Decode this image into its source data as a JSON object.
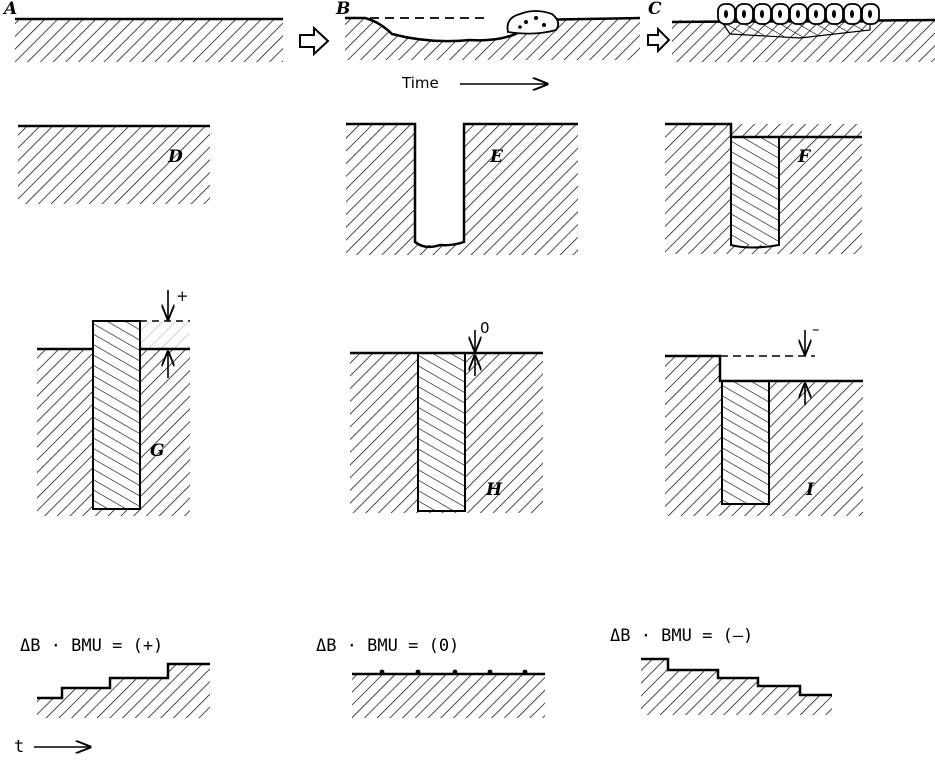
{
  "labels": {
    "a": "A",
    "b": "B",
    "c": "C",
    "d": "D",
    "e": "E",
    "f": "F",
    "g": "G",
    "h": "H",
    "i": "I"
  },
  "time_label": "Time",
  "t_label": "t",
  "markers": {
    "plus": "+",
    "zero": "0",
    "minus": "–"
  },
  "equations": {
    "positive": "ΔB · BMU = (+)",
    "zero": "ΔB · BMU = (0)",
    "negative": "ΔB · BMU = (–)"
  }
}
